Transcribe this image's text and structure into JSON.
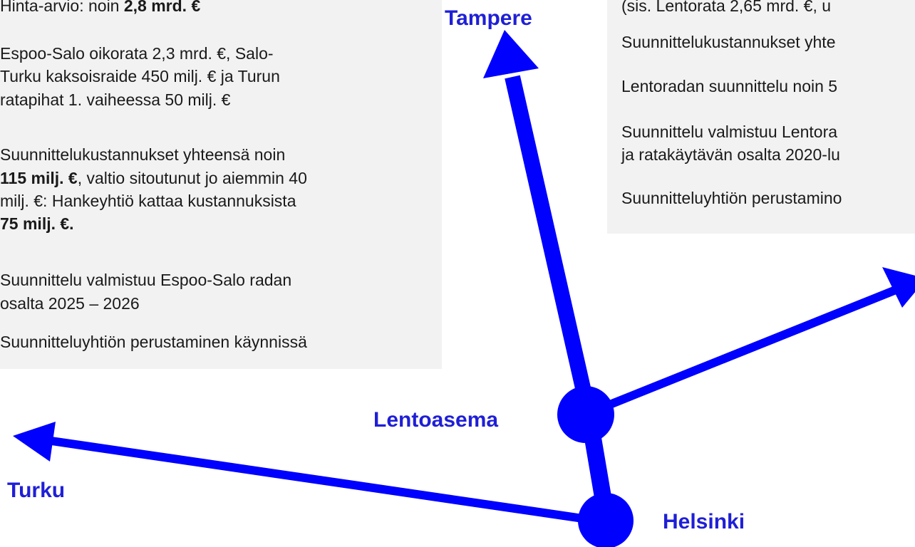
{
  "colors": {
    "accent": "#0000ff",
    "label": "#1f1fd6",
    "panel": "#f2f2f2"
  },
  "left_panel": {
    "cost_prefix": "Hinta-arvio: noin ",
    "cost_bold": "2,8 mrd. €",
    "breakdown_line1": "Espoo-Salo oikorata 2,3 mrd. €, Salo-",
    "breakdown_line2": "Turku kaksoisraide 450 milj. € ja Turun",
    "breakdown_line3": "ratapihat 1. vaiheessa 50 milj. €",
    "design_line1": "Suunnittelukustannukset yhteensä noin",
    "design_line2_bold": "115 milj. €",
    "design_line2_rest": ", valtio sitoutunut jo aiemmin 40",
    "design_line3": "milj. €: Hankeyhtiö kattaa kustannuksista",
    "design_line4_bold": "75 milj. €.",
    "schedule_line1": "Suunnittelu valmistuu Espoo-Salo radan",
    "schedule_line2": "osalta 2025 – 2026",
    "company": "Suunnitteluyhtiön perustaminen käynnissä"
  },
  "right_panel": {
    "cost_partial": "(sis. Lentorata 2,65 mrd. €, u",
    "design_costs": "Suunnittelukustannukset yhte",
    "airport_design": "Lentoradan suunnittelu noin 5",
    "schedule_line1": "Suunnittelu valmistuu Lentora",
    "schedule_line2": "ja ratakäytävän osalta 2020-lu",
    "company": "Suunnitteluyhtiön perustamino"
  },
  "labels": {
    "tampere": "Tampere",
    "lentoasema": "Lentoasema",
    "turku": "Turku",
    "helsinki": "Helsinki"
  }
}
